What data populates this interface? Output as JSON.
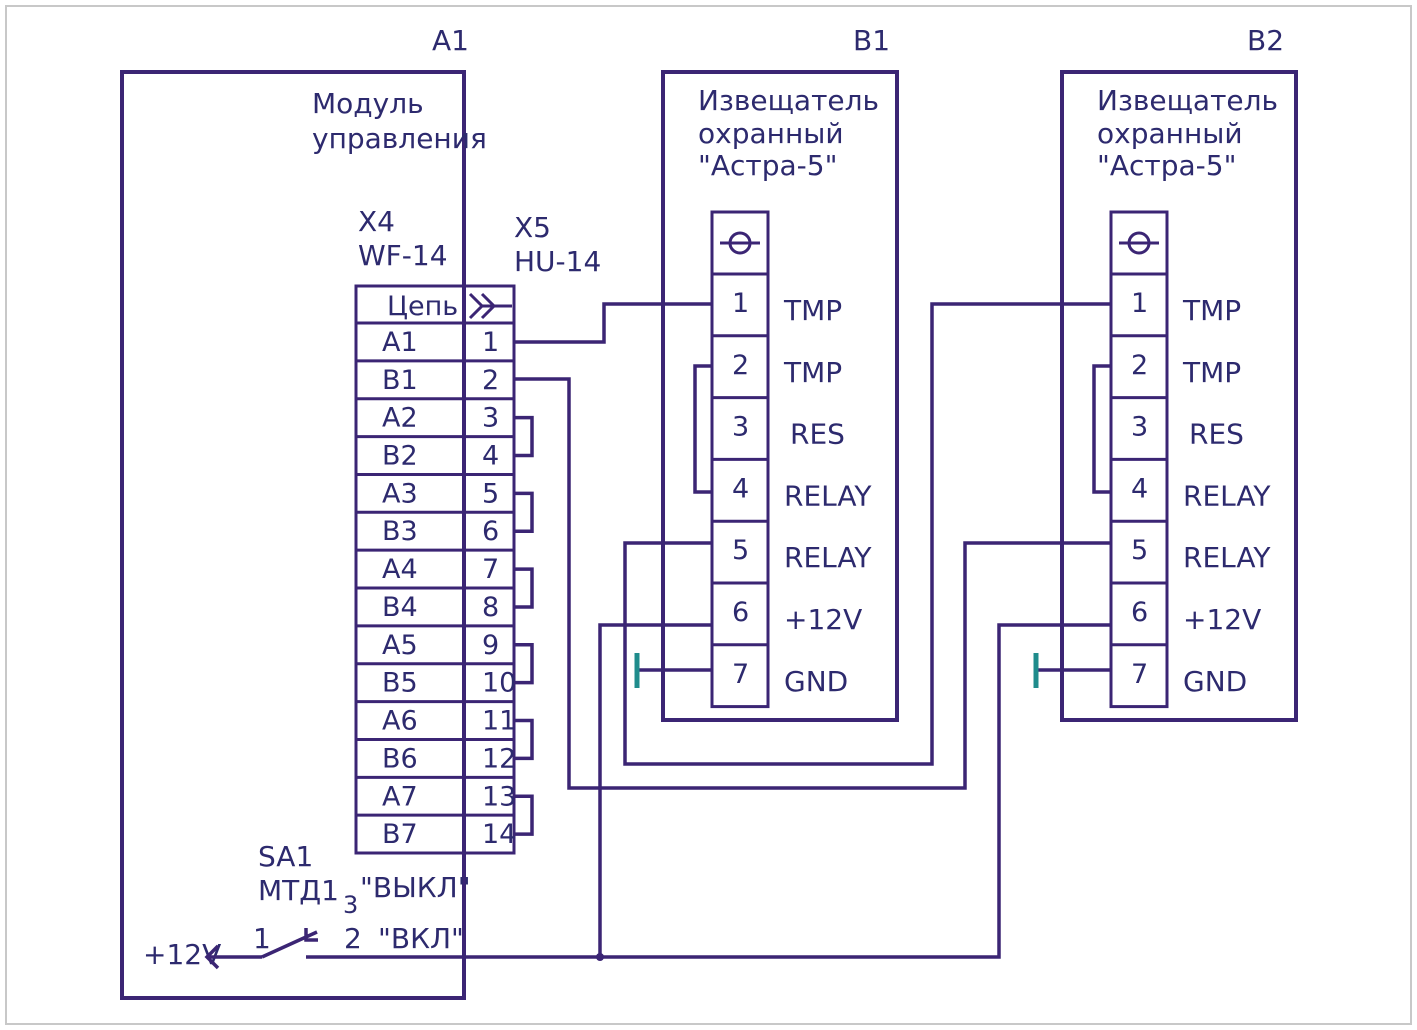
{
  "designators": {
    "a1": "A1",
    "b1": "B1",
    "b2": "B2"
  },
  "module": {
    "title_line1": "Модуль",
    "title_line2": "управления",
    "x4_line1": "X4",
    "x4_line2": "WF-14",
    "x5_line1": "X5",
    "x5_line2": "HU-14",
    "header_label": "Цепь",
    "rows": [
      {
        "name": "A1",
        "pin": "1"
      },
      {
        "name": "B1",
        "pin": "2"
      },
      {
        "name": "A2",
        "pin": "3"
      },
      {
        "name": "B2",
        "pin": "4"
      },
      {
        "name": "A3",
        "pin": "5"
      },
      {
        "name": "B3",
        "pin": "6"
      },
      {
        "name": "A4",
        "pin": "7"
      },
      {
        "name": "B4",
        "pin": "8"
      },
      {
        "name": "A5",
        "pin": "9"
      },
      {
        "name": "B5",
        "pin": "10"
      },
      {
        "name": "A6",
        "pin": "11"
      },
      {
        "name": "B6",
        "pin": "12"
      },
      {
        "name": "A7",
        "pin": "13"
      },
      {
        "name": "B7",
        "pin": "14"
      }
    ],
    "switch": {
      "ref": "SA1",
      "type": "МТД1",
      "pin1": "1",
      "pin2": "2",
      "pin3": "3",
      "off_label": "\"ВЫКЛ\"",
      "on_label": "\"ВКЛ\"",
      "supply": "+12V"
    }
  },
  "detectors": [
    {
      "ref": "B1",
      "title_line1": "Извещатель",
      "title_line2": "охранный",
      "title_line3": "\"Астра-5\"",
      "pins": [
        {
          "num": "1",
          "label": "TMP"
        },
        {
          "num": "2",
          "label": "TMP"
        },
        {
          "num": "3",
          "label": "RES"
        },
        {
          "num": "4",
          "label": "RELAY"
        },
        {
          "num": "5",
          "label": "RELAY"
        },
        {
          "num": "6",
          "label": "+12V"
        },
        {
          "num": "7",
          "label": "GND"
        }
      ]
    },
    {
      "ref": "B2",
      "title_line1": "Извещатель",
      "title_line2": "охранный",
      "title_line3": "\"Астра-5\"",
      "pins": [
        {
          "num": "1",
          "label": "TMP"
        },
        {
          "num": "2",
          "label": "TMP"
        },
        {
          "num": "3",
          "label": "RES"
        },
        {
          "num": "4",
          "label": "RELAY"
        },
        {
          "num": "5",
          "label": "RELAY"
        },
        {
          "num": "6",
          "label": "+12V"
        },
        {
          "num": "7",
          "label": "GND"
        }
      ]
    }
  ],
  "colors": {
    "line": "#3b2574",
    "text": "#2d2a6e",
    "ground": "#1f8c8c",
    "frame": "#c8c8c8"
  }
}
